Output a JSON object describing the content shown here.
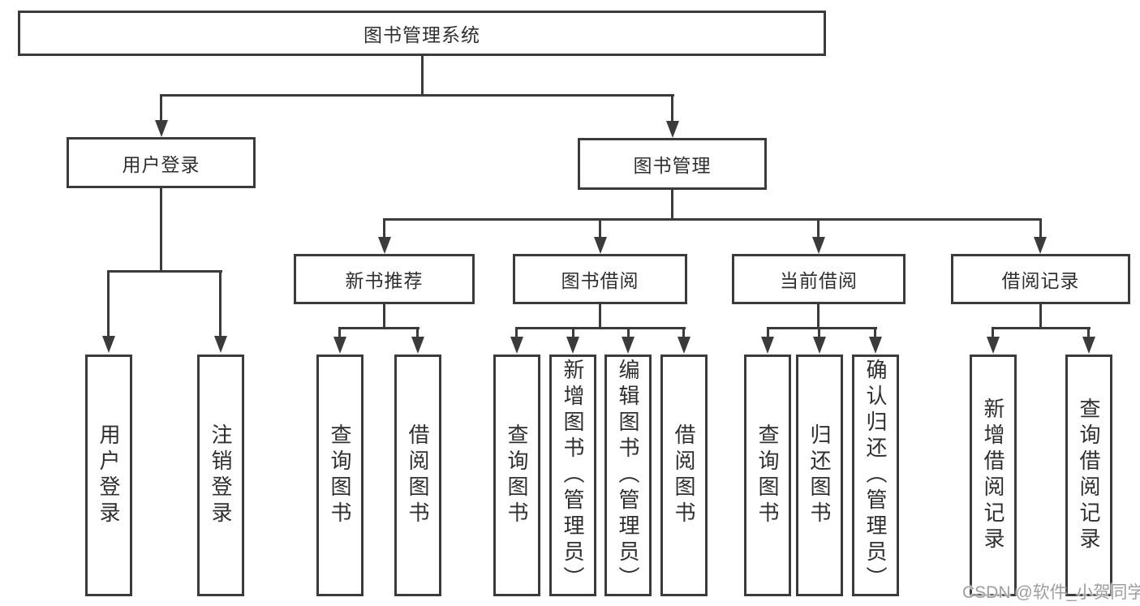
{
  "diagram_type": "hierarchy-tree",
  "colors": {
    "line": "#3b3b3b",
    "text": "#2f2f2f",
    "watermark": "#9e9e9e",
    "background": "#ffffff"
  },
  "watermark": "CSDN @软件_小贺同学",
  "tree": {
    "label": "图书管理系统",
    "children": [
      {
        "label": "用户登录",
        "children": [
          {
            "label": "用户登录"
          },
          {
            "label": "注销登录"
          }
        ]
      },
      {
        "label": "图书管理",
        "children": [
          {
            "label": "新书推荐",
            "children": [
              {
                "label": "查询图书"
              },
              {
                "label": "借阅图书"
              }
            ]
          },
          {
            "label": "图书借阅",
            "children": [
              {
                "label": "查询图书"
              },
              {
                "label": "新增图书（管理员）"
              },
              {
                "label": "编辑图书（管理员）"
              },
              {
                "label": "借阅图书"
              }
            ]
          },
          {
            "label": "当前借阅",
            "children": [
              {
                "label": "查询图书"
              },
              {
                "label": "归还图书"
              },
              {
                "label": "确认归还（管理员）"
              }
            ]
          },
          {
            "label": "借阅记录",
            "children": [
              {
                "label": "新增借阅记录"
              },
              {
                "label": "查询借阅记录"
              }
            ]
          }
        ]
      }
    ]
  }
}
